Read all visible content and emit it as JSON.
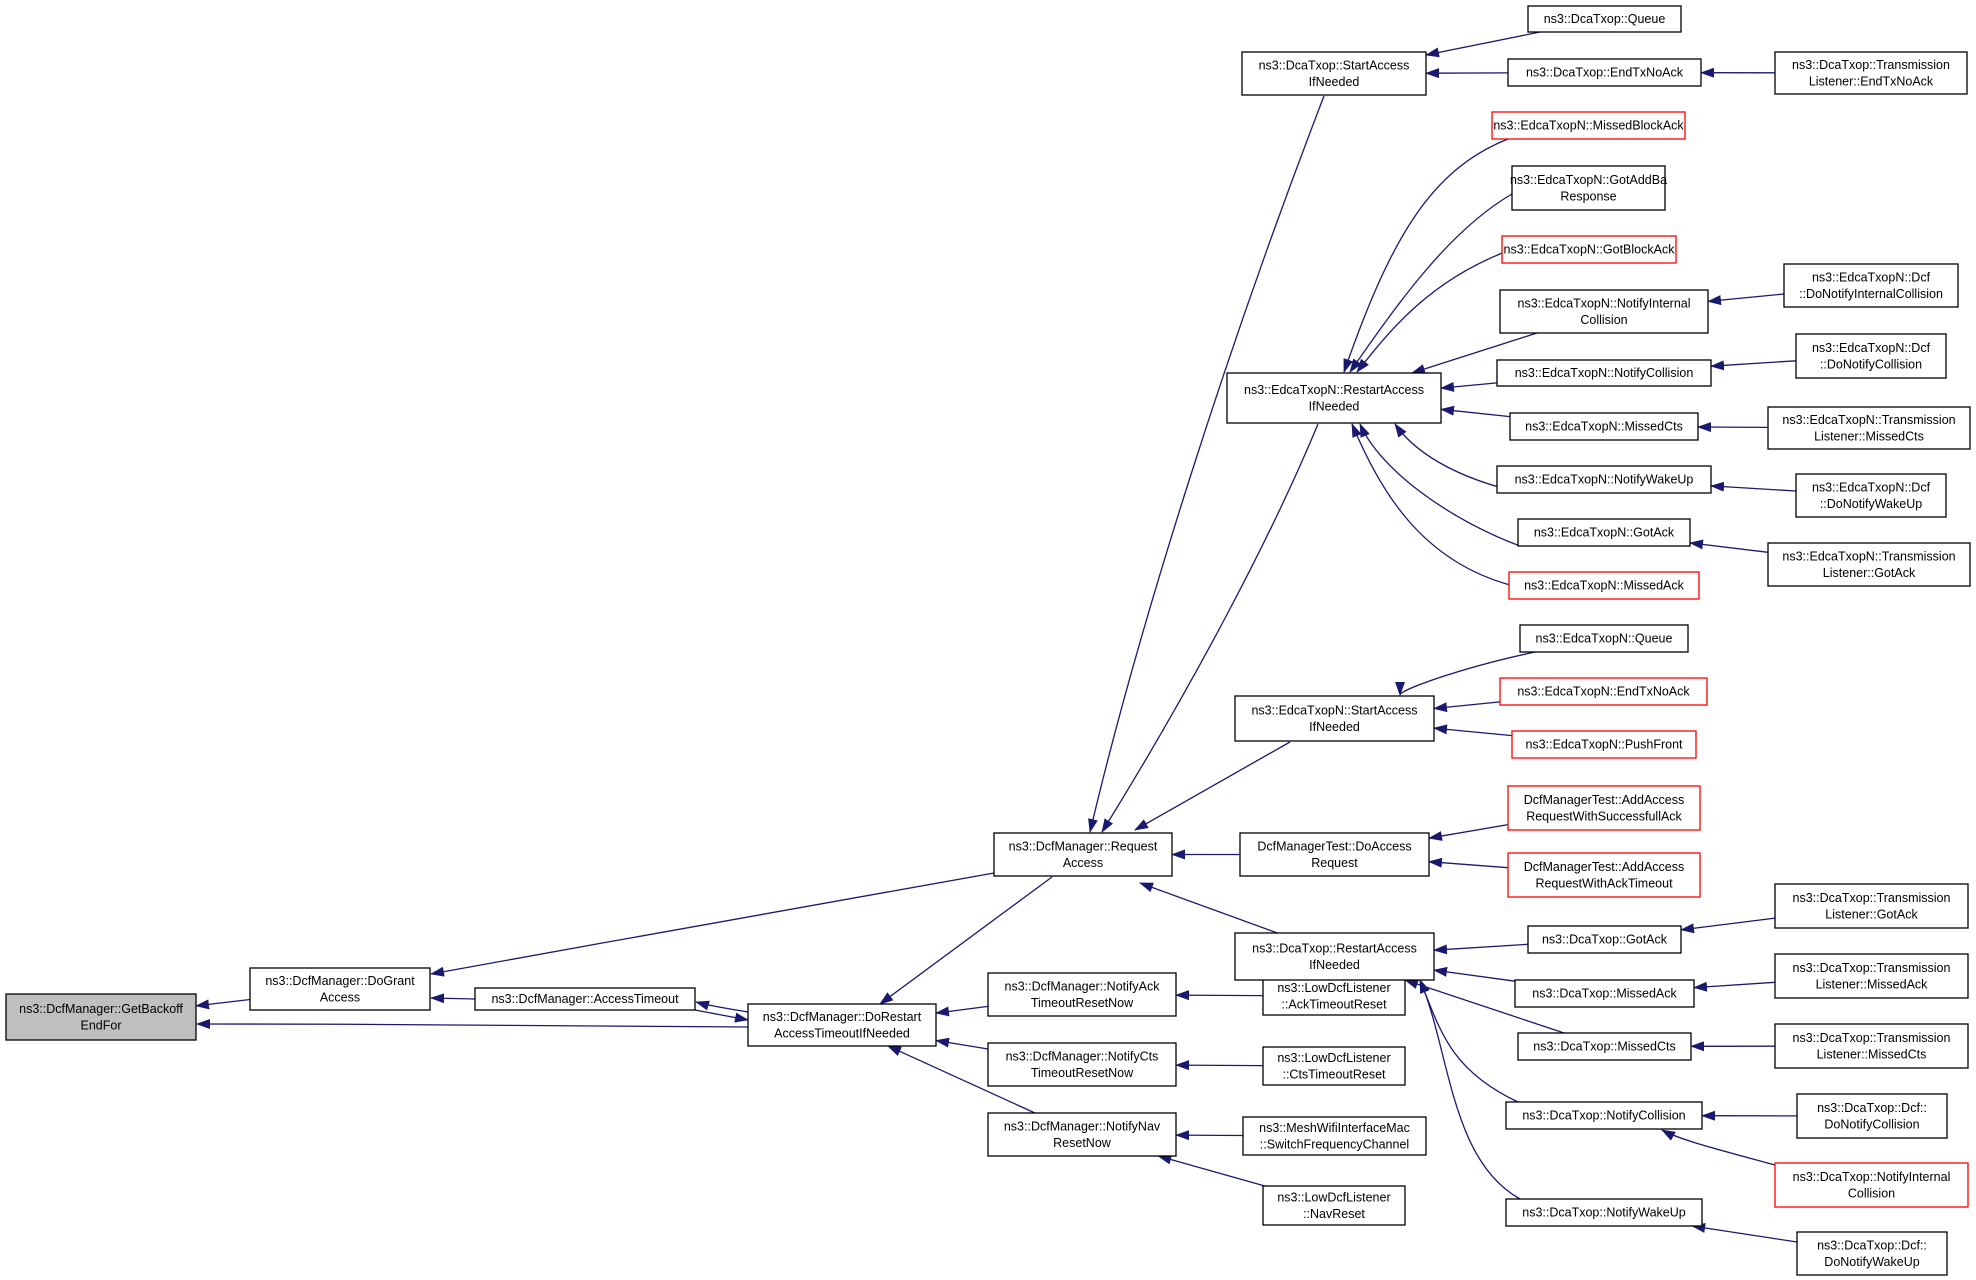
{
  "graph": {
    "root_node": "getbackoffendfor",
    "edge_color": "#191970",
    "truncated_border_color": "#ff0000",
    "root_fill_color": "#bfbfbf",
    "nodes": [
      {
        "id": "getbackoffendfor",
        "lines": [
          "ns3::DcfManager::GetBackoff",
          "EndFor"
        ],
        "root": true
      },
      {
        "id": "dograntaccess",
        "lines": [
          "ns3::DcfManager::DoGrant",
          "Access"
        ]
      },
      {
        "id": "accesstimeout",
        "lines": [
          "ns3::DcfManager::AccessTimeout"
        ]
      },
      {
        "id": "dorestart",
        "lines": [
          "ns3::DcfManager::DoRestart",
          "AccessTimeoutIfNeeded"
        ]
      },
      {
        "id": "requestaccess",
        "lines": [
          "ns3::DcfManager::Request",
          "Access"
        ]
      },
      {
        "id": "notifyack",
        "lines": [
          "ns3::DcfManager::NotifyAck",
          "TimeoutResetNow"
        ]
      },
      {
        "id": "notifycts",
        "lines": [
          "ns3::DcfManager::NotifyCts",
          "TimeoutResetNow"
        ]
      },
      {
        "id": "notifynav",
        "lines": [
          "ns3::DcfManager::NotifyNav",
          "ResetNow"
        ]
      },
      {
        "id": "lowack",
        "lines": [
          "ns3::LowDcfListener",
          "::AckTimeoutReset"
        ]
      },
      {
        "id": "lowcts",
        "lines": [
          "ns3::LowDcfListener",
          "::CtsTimeoutReset"
        ]
      },
      {
        "id": "meshswitch",
        "lines": [
          "ns3::MeshWifiInterfaceMac",
          "::SwitchFrequencyChannel"
        ]
      },
      {
        "id": "lownav",
        "lines": [
          "ns3::LowDcfListener",
          "::NavReset"
        ]
      },
      {
        "id": "dca_startaccess",
        "lines": [
          "ns3::DcaTxop::StartAccess",
          "IfNeeded"
        ]
      },
      {
        "id": "edca_restartaccess",
        "lines": [
          "ns3::EdcaTxopN::RestartAccess",
          "IfNeeded"
        ]
      },
      {
        "id": "edca_startaccess",
        "lines": [
          "ns3::EdcaTxopN::StartAccess",
          "IfNeeded"
        ]
      },
      {
        "id": "test_doaccess",
        "lines": [
          "DcfManagerTest::DoAccess",
          "Request"
        ]
      },
      {
        "id": "dca_restartaccess",
        "lines": [
          "ns3::DcaTxop::RestartAccess",
          "IfNeeded"
        ]
      },
      {
        "id": "dca_queue",
        "lines": [
          "ns3::DcaTxop::Queue"
        ]
      },
      {
        "id": "dca_endtxnoack",
        "lines": [
          "ns3::DcaTxop::EndTxNoAck"
        ]
      },
      {
        "id": "dca_tl_endtxnoack",
        "lines": [
          "ns3::DcaTxop::Transmission",
          "Listener::EndTxNoAck"
        ]
      },
      {
        "id": "edca_missedblockack",
        "lines": [
          "ns3::EdcaTxopN::MissedBlockAck"
        ],
        "truncated": true
      },
      {
        "id": "edca_gotaddba",
        "lines": [
          "ns3::EdcaTxopN::GotAddBa",
          "Response"
        ]
      },
      {
        "id": "edca_gotblockack",
        "lines": [
          "ns3::EdcaTxopN::GotBlockAck"
        ],
        "truncated": true
      },
      {
        "id": "edca_notifyinternal",
        "lines": [
          "ns3::EdcaTxopN::NotifyInternal",
          "Collision"
        ]
      },
      {
        "id": "edca_notifycollision",
        "lines": [
          "ns3::EdcaTxopN::NotifyCollision"
        ]
      },
      {
        "id": "edca_missedcts",
        "lines": [
          "ns3::EdcaTxopN::MissedCts"
        ]
      },
      {
        "id": "edca_notifywakeup",
        "lines": [
          "ns3::EdcaTxopN::NotifyWakeUp"
        ]
      },
      {
        "id": "edca_gotack",
        "lines": [
          "ns3::EdcaTxopN::GotAck"
        ]
      },
      {
        "id": "edca_missedack",
        "lines": [
          "ns3::EdcaTxopN::MissedAck"
        ],
        "truncated": true
      },
      {
        "id": "edca_dcf_internal",
        "lines": [
          "ns3::EdcaTxopN::Dcf",
          "::DoNotifyInternalCollision"
        ]
      },
      {
        "id": "edca_dcf_collision",
        "lines": [
          "ns3::EdcaTxopN::Dcf",
          "::DoNotifyCollision"
        ]
      },
      {
        "id": "edca_tl_missedcts",
        "lines": [
          "ns3::EdcaTxopN::Transmission",
          "Listener::MissedCts"
        ]
      },
      {
        "id": "edca_dcf_wakeup",
        "lines": [
          "ns3::EdcaTxopN::Dcf",
          "::DoNotifyWakeUp"
        ]
      },
      {
        "id": "edca_tl_gotack",
        "lines": [
          "ns3::EdcaTxopN::Transmission",
          "Listener::GotAck"
        ]
      },
      {
        "id": "edca_queue",
        "lines": [
          "ns3::EdcaTxopN::Queue"
        ]
      },
      {
        "id": "edca_endtxnoack",
        "lines": [
          "ns3::EdcaTxopN::EndTxNoAck"
        ],
        "truncated": true
      },
      {
        "id": "edca_pushfront",
        "lines": [
          "ns3::EdcaTxopN::PushFront"
        ],
        "truncated": true
      },
      {
        "id": "test_addsuccess",
        "lines": [
          "DcfManagerTest::AddAccess",
          "RequestWithSuccessfullAck"
        ],
        "truncated": true
      },
      {
        "id": "test_addtimeout",
        "lines": [
          "DcfManagerTest::AddAccess",
          "RequestWithAckTimeout"
        ],
        "truncated": true
      },
      {
        "id": "dca_gotack",
        "lines": [
          "ns3::DcaTxop::GotAck"
        ]
      },
      {
        "id": "dca_missedack",
        "lines": [
          "ns3::DcaTxop::MissedAck"
        ]
      },
      {
        "id": "dca_missedcts",
        "lines": [
          "ns3::DcaTxop::MissedCts"
        ]
      },
      {
        "id": "dca_notifycollision",
        "lines": [
          "ns3::DcaTxop::NotifyCollision"
        ]
      },
      {
        "id": "dca_notifywakeup",
        "lines": [
          "ns3::DcaTxop::NotifyWakeUp"
        ]
      },
      {
        "id": "dca_tl_gotack",
        "lines": [
          "ns3::DcaTxop::Transmission",
          "Listener::GotAck"
        ]
      },
      {
        "id": "dca_tl_missedack",
        "lines": [
          "ns3::DcaTxop::Transmission",
          "Listener::MissedAck"
        ]
      },
      {
        "id": "dca_tl_missedcts",
        "lines": [
          "ns3::DcaTxop::Transmission",
          "Listener::MissedCts"
        ]
      },
      {
        "id": "dca_dcf_collision",
        "lines": [
          "ns3::DcaTxop::Dcf::",
          "DoNotifyCollision"
        ]
      },
      {
        "id": "dca_notifyinternal",
        "lines": [
          "ns3::DcaTxop::NotifyInternal",
          "Collision"
        ],
        "truncated": true
      },
      {
        "id": "dca_dcf_wakeup",
        "lines": [
          "ns3::DcaTxop::Dcf::",
          "DoNotifyWakeUp"
        ]
      }
    ],
    "edges": [
      {
        "from": "dograntaccess",
        "to": "getbackoffendfor"
      },
      {
        "from": "dorestart",
        "to": "getbackoffendfor"
      },
      {
        "from": "accesstimeout",
        "to": "dograntaccess"
      },
      {
        "from": "requestaccess",
        "to": "dograntaccess"
      },
      {
        "from": "dorestart",
        "to": "accesstimeout"
      },
      {
        "from": "accesstimeout",
        "to": "dorestart"
      },
      {
        "from": "requestaccess",
        "to": "dorestart"
      },
      {
        "from": "notifyack",
        "to": "dorestart"
      },
      {
        "from": "notifycts",
        "to": "dorestart"
      },
      {
        "from": "notifynav",
        "to": "dorestart"
      },
      {
        "from": "lowack",
        "to": "notifyack"
      },
      {
        "from": "lowcts",
        "to": "notifycts"
      },
      {
        "from": "meshswitch",
        "to": "notifynav"
      },
      {
        "from": "lownav",
        "to": "notifynav"
      },
      {
        "from": "dca_startaccess",
        "to": "requestaccess"
      },
      {
        "from": "edca_restartaccess",
        "to": "requestaccess"
      },
      {
        "from": "edca_startaccess",
        "to": "requestaccess"
      },
      {
        "from": "test_doaccess",
        "to": "requestaccess"
      },
      {
        "from": "dca_restartaccess",
        "to": "requestaccess"
      },
      {
        "from": "dca_queue",
        "to": "dca_startaccess"
      },
      {
        "from": "dca_endtxnoack",
        "to": "dca_startaccess"
      },
      {
        "from": "dca_tl_endtxnoack",
        "to": "dca_endtxnoack"
      },
      {
        "from": "edca_missedblockack",
        "to": "edca_restartaccess"
      },
      {
        "from": "edca_gotaddba",
        "to": "edca_restartaccess"
      },
      {
        "from": "edca_gotblockack",
        "to": "edca_restartaccess"
      },
      {
        "from": "edca_notifyinternal",
        "to": "edca_restartaccess"
      },
      {
        "from": "edca_notifycollision",
        "to": "edca_restartaccess"
      },
      {
        "from": "edca_missedcts",
        "to": "edca_restartaccess"
      },
      {
        "from": "edca_notifywakeup",
        "to": "edca_restartaccess"
      },
      {
        "from": "edca_gotack",
        "to": "edca_restartaccess"
      },
      {
        "from": "edca_missedack",
        "to": "edca_restartaccess"
      },
      {
        "from": "edca_dcf_internal",
        "to": "edca_notifyinternal"
      },
      {
        "from": "edca_dcf_collision",
        "to": "edca_notifycollision"
      },
      {
        "from": "edca_tl_missedcts",
        "to": "edca_missedcts"
      },
      {
        "from": "edca_dcf_wakeup",
        "to": "edca_notifywakeup"
      },
      {
        "from": "edca_tl_gotack",
        "to": "edca_gotack"
      },
      {
        "from": "edca_queue",
        "to": "edca_startaccess"
      },
      {
        "from": "edca_endtxnoack",
        "to": "edca_startaccess"
      },
      {
        "from": "edca_pushfront",
        "to": "edca_startaccess"
      },
      {
        "from": "test_addsuccess",
        "to": "test_doaccess"
      },
      {
        "from": "test_addtimeout",
        "to": "test_doaccess"
      },
      {
        "from": "dca_gotack",
        "to": "dca_restartaccess"
      },
      {
        "from": "dca_missedack",
        "to": "dca_restartaccess"
      },
      {
        "from": "dca_missedcts",
        "to": "dca_restartaccess"
      },
      {
        "from": "dca_notifycollision",
        "to": "dca_restartaccess"
      },
      {
        "from": "dca_notifywakeup",
        "to": "dca_restartaccess"
      },
      {
        "from": "dca_tl_gotack",
        "to": "dca_gotack"
      },
      {
        "from": "dca_tl_missedack",
        "to": "dca_missedack"
      },
      {
        "from": "dca_tl_missedcts",
        "to": "dca_missedcts"
      },
      {
        "from": "dca_dcf_collision",
        "to": "dca_notifycollision"
      },
      {
        "from": "dca_notifyinternal",
        "to": "dca_notifycollision"
      },
      {
        "from": "dca_dcf_wakeup",
        "to": "dca_notifywakeup"
      }
    ]
  }
}
